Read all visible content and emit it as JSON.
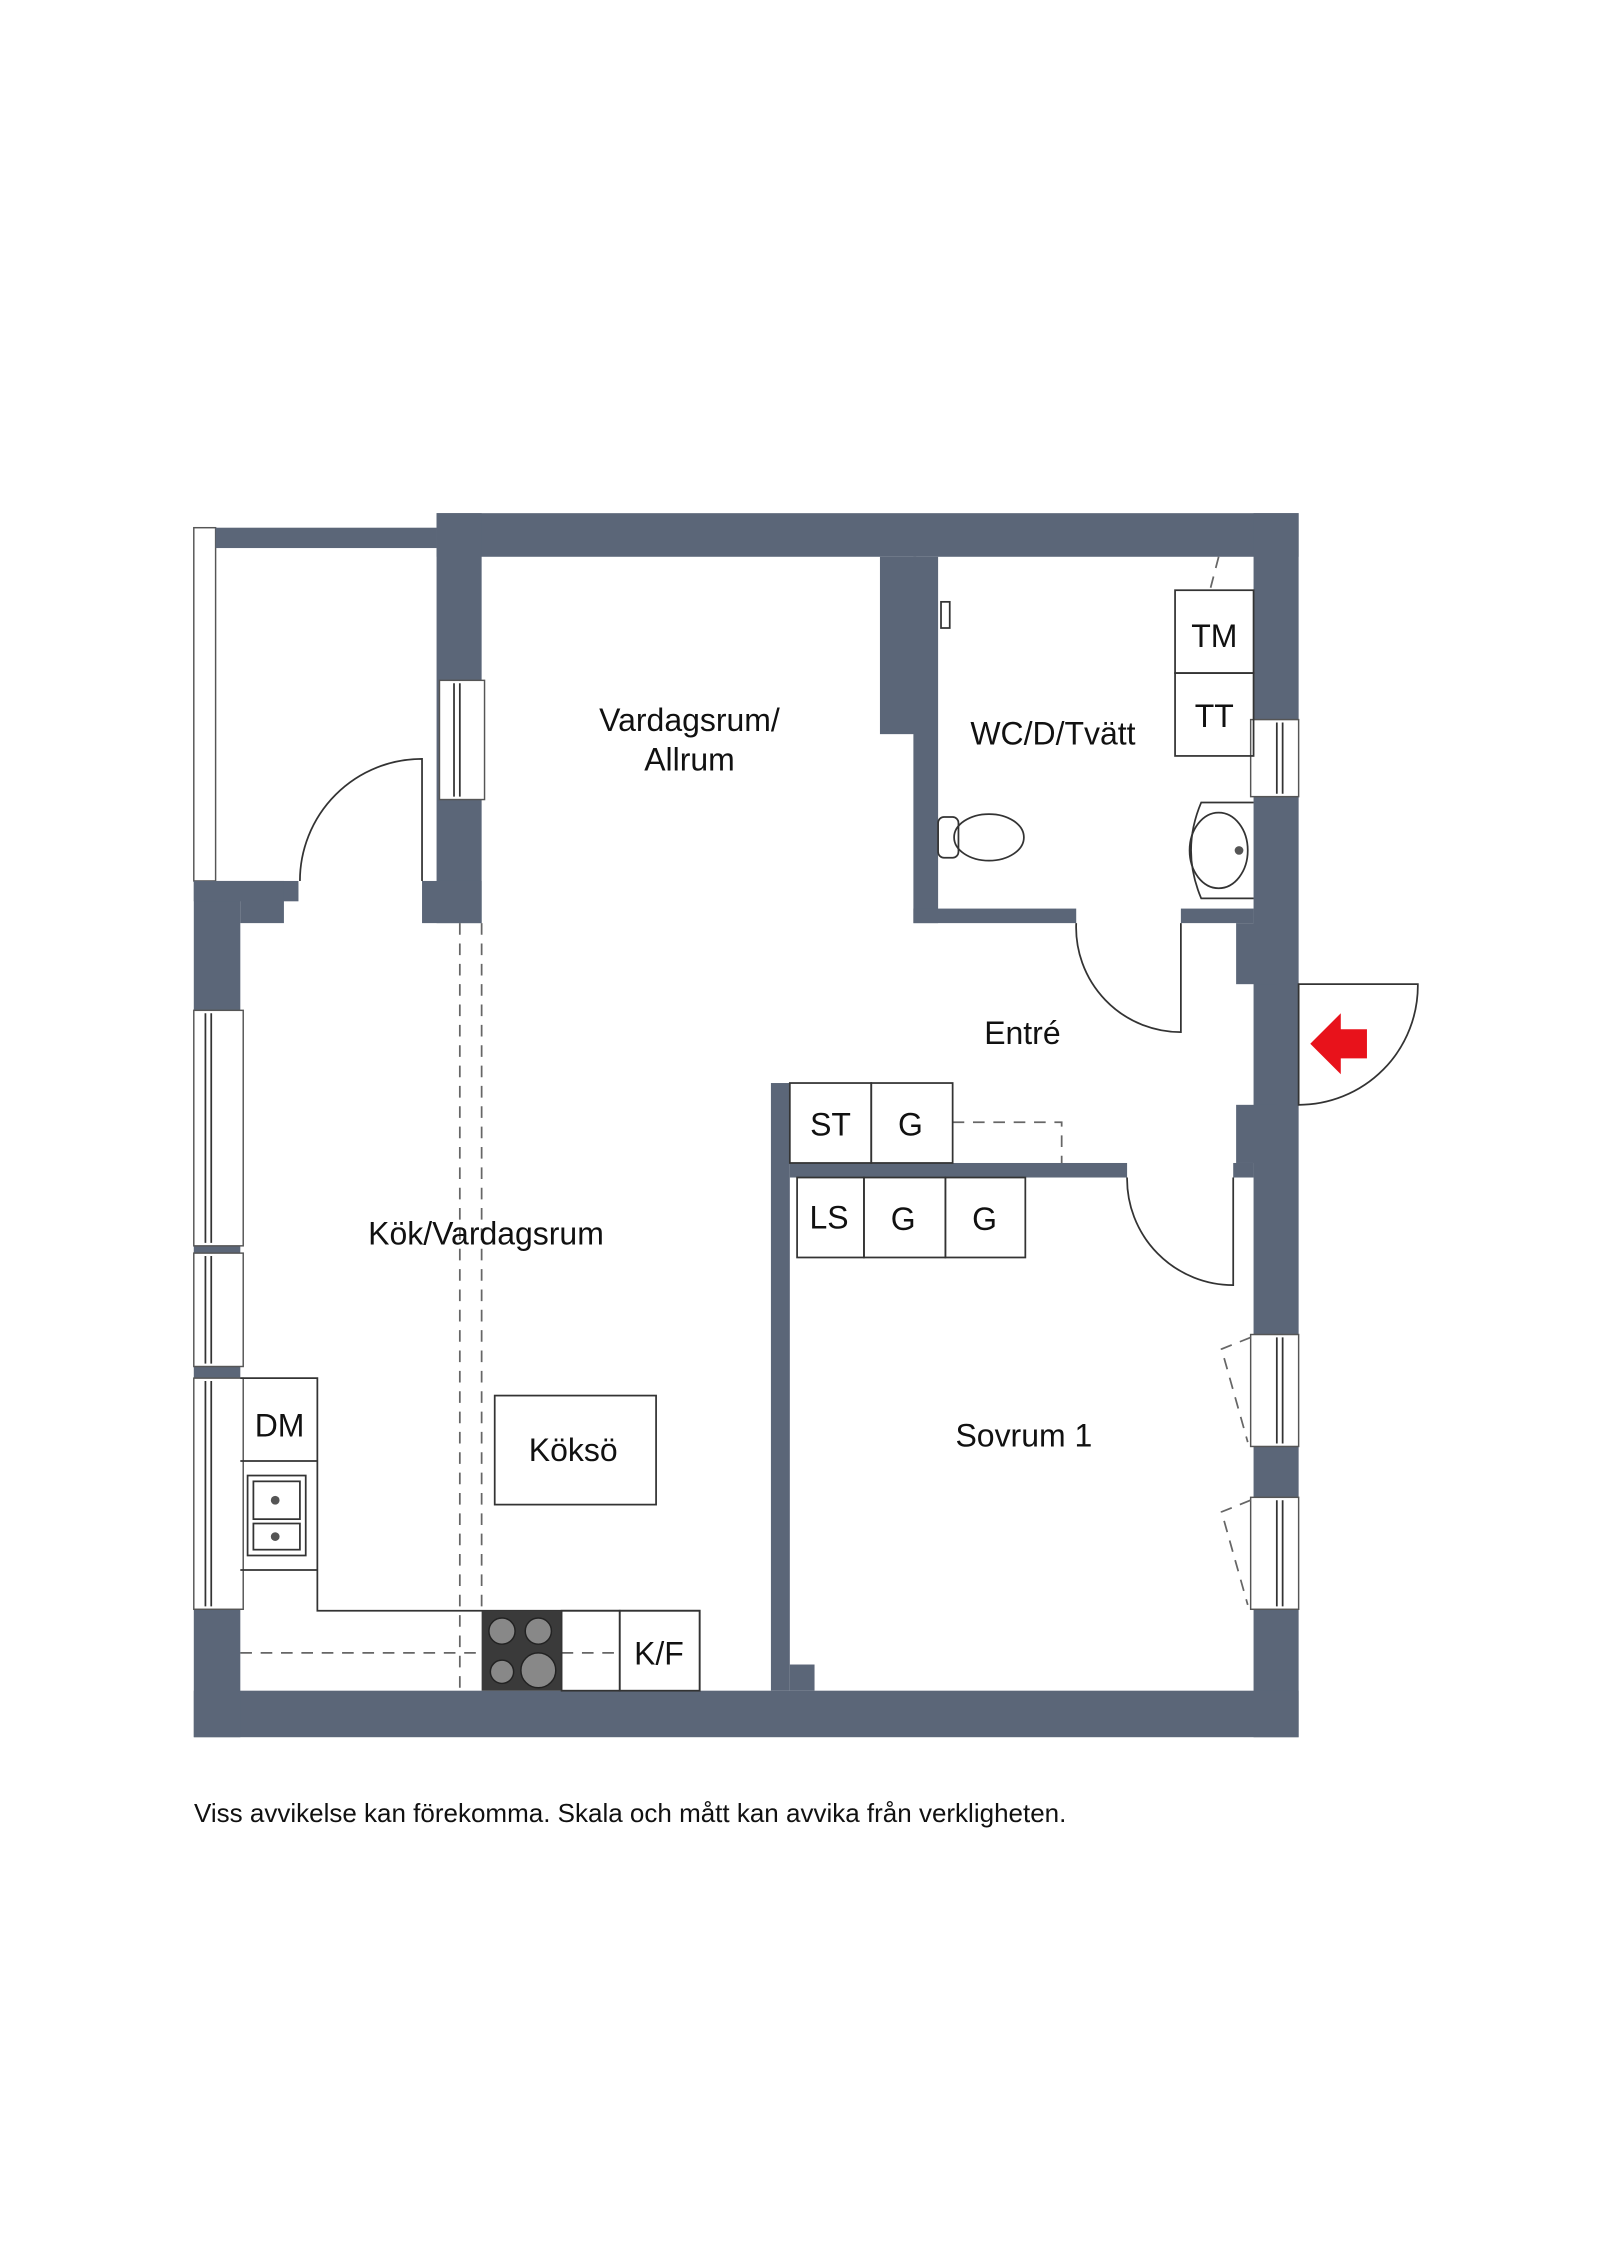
{
  "rooms": {
    "living": "Vardagsrum/",
    "living2": "Allrum",
    "wc": "WC/D/Tvätt",
    "entry": "Entré",
    "kitchen": "Kök/Vardagsrum",
    "bedroom": "Sovrum 1"
  },
  "fixtures": {
    "tm": "TM",
    "tt": "TT",
    "st": "ST",
    "g1": "G",
    "ls": "LS",
    "g2": "G",
    "g3": "G",
    "dm": "DM",
    "island": "Köksö",
    "kf": "K/F"
  },
  "colors": {
    "wall": "#5b6678",
    "entrance_arrow": "#e8121b"
  },
  "disclaimer": "Viss avvikelse kan förekomma. Skala och mått kan avvika från verkligheten."
}
